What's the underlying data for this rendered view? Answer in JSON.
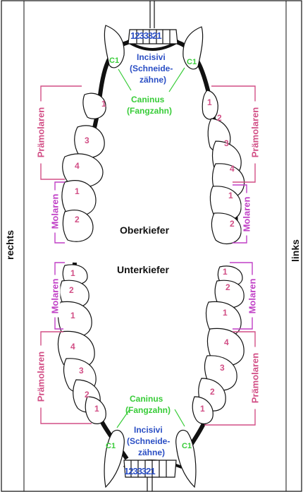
{
  "colors": {
    "incisor": "#2a4ec4",
    "canine": "#38cc38",
    "premolar": "#d24f86",
    "molar": "#c03fc6",
    "outline": "#111111",
    "tooth_fill": "#ffffff"
  },
  "side_labels": {
    "right": "rechts",
    "left": "links"
  },
  "jaw_labels": {
    "upper": "Oberkiefer",
    "lower": "Unterkiefer"
  },
  "upper": {
    "incisor_numbers": "1233321",
    "incisivi_line1": "Incisivi",
    "incisivi_line2": "(Schneide-",
    "incisivi_line3": "zähne)",
    "caninus_line1": "Caninus",
    "caninus_line2": "(Fangzahn)",
    "c1_left": "C1",
    "c1_right": "C1",
    "premolar_label_left": "Prämolaren",
    "premolar_label_right": "Prämolaren",
    "molar_label_left": "Molaren",
    "molar_label_right": "Molaren"
  },
  "lower": {
    "incisor_numbers": "1233321",
    "incisivi_line1": "Incisivi",
    "incisivi_line2": "(Schneide-",
    "incisivi_line3": "zähne)",
    "caninus_line1": "Caninus",
    "caninus_line2": "(Fangzahn)",
    "c1_left": "C1",
    "c1_right": "C1",
    "premolar_label_left": "Prämolaren",
    "premolar_label_right": "Prämolaren",
    "molar_label_left": "Molaren",
    "molar_label_right": "Molaren"
  },
  "tooth_numbers": {
    "upper_left": [
      "1",
      "3",
      "4",
      "1",
      "2"
    ],
    "upper_right": [
      "1",
      "2",
      "3",
      "4",
      "1",
      "2"
    ],
    "lower_left": [
      "1",
      "2",
      "1",
      "4",
      "3",
      "2",
      "1"
    ],
    "lower_right": [
      "1",
      "2",
      "1",
      "4",
      "3",
      "2",
      "1"
    ]
  }
}
